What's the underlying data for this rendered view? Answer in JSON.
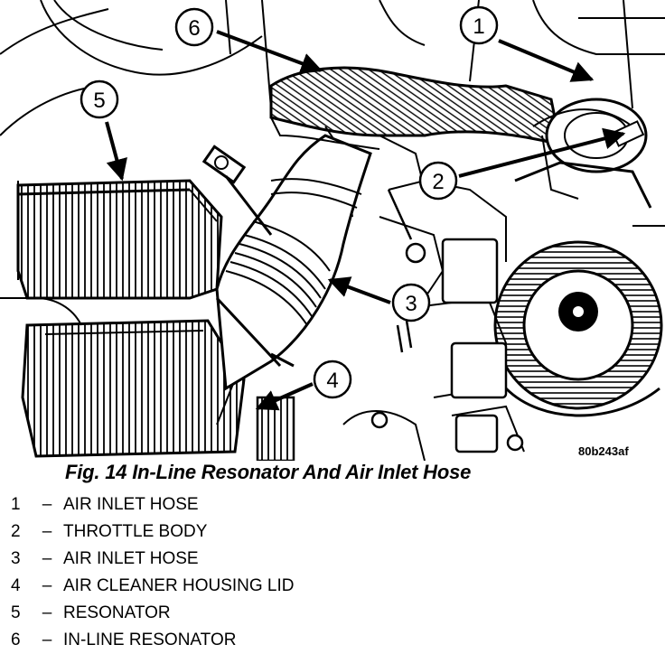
{
  "figure": {
    "code": "80b243af",
    "caption": "Fig. 14 In-Line Resonator And Air Inlet Hose",
    "callouts": [
      "1",
      "2",
      "3",
      "4",
      "5",
      "6"
    ]
  },
  "legend": [
    {
      "num": "1",
      "dash": "–",
      "label": "AIR INLET HOSE"
    },
    {
      "num": "2",
      "dash": "–",
      "label": "THROTTLE BODY"
    },
    {
      "num": "3",
      "dash": "–",
      "label": "AIR INLET HOSE"
    },
    {
      "num": "4",
      "dash": "–",
      "label": "AIR CLEANER HOUSING LID"
    },
    {
      "num": "5",
      "dash": "–",
      "label": "RESONATOR"
    },
    {
      "num": "6",
      "dash": "–",
      "label": "IN-LINE RESONATOR"
    }
  ]
}
